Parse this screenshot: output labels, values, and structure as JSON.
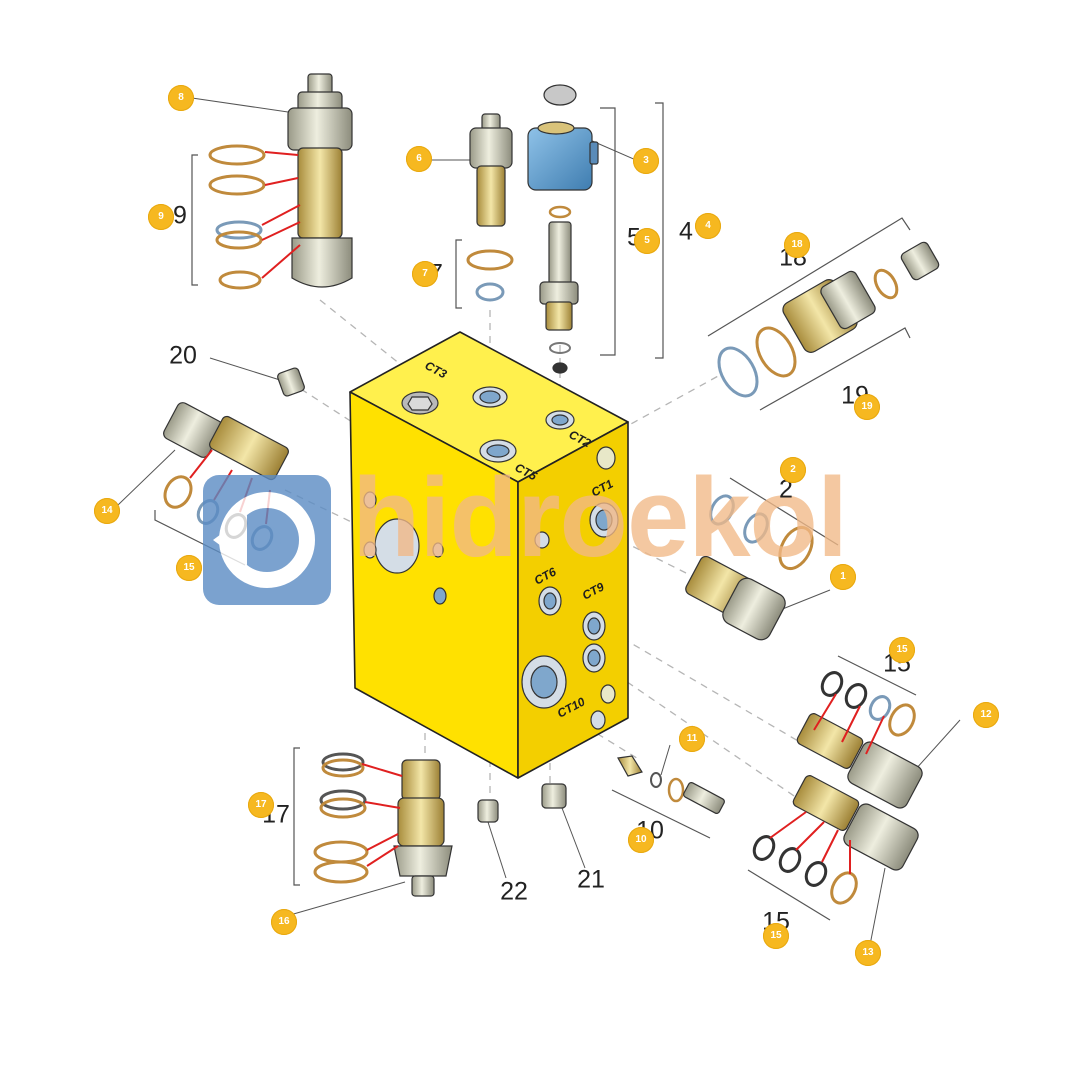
{
  "watermark": {
    "text": "hidroekol",
    "text_color": "#f2b987",
    "logo_color": "#5b8cc4"
  },
  "manifold": {
    "ports": [
      "CT3",
      "CT5",
      "CT2",
      "CT1",
      "CT6",
      "CT9",
      "CT10"
    ],
    "body_color": "#ffe100"
  },
  "plain_labels": [
    {
      "id": "20",
      "text": "20"
    },
    {
      "id": "22",
      "text": "22"
    },
    {
      "id": "21",
      "text": "21"
    },
    {
      "id": "4",
      "text": "4"
    },
    {
      "id": "5",
      "text": "5"
    },
    {
      "id": "9",
      "text": "9"
    },
    {
      "id": "7",
      "text": "7"
    },
    {
      "id": "2",
      "text": "2"
    },
    {
      "id": "15a",
      "text": "15"
    },
    {
      "id": "15b",
      "text": "15"
    },
    {
      "id": "17",
      "text": "17"
    },
    {
      "id": "10",
      "text": "10"
    },
    {
      "id": "19",
      "text": "19"
    },
    {
      "id": "18",
      "text": "18"
    }
  ],
  "callouts": [
    {
      "id": "b8",
      "text": "8"
    },
    {
      "id": "b6",
      "text": "6"
    },
    {
      "id": "b3",
      "text": "3"
    },
    {
      "id": "b4",
      "text": "4"
    },
    {
      "id": "b5",
      "text": "5"
    },
    {
      "id": "b9",
      "text": "9"
    },
    {
      "id": "b7",
      "text": "7"
    },
    {
      "id": "b18",
      "text": "18"
    },
    {
      "id": "b19",
      "text": "19"
    },
    {
      "id": "b14",
      "text": "14"
    },
    {
      "id": "b15a",
      "text": "15"
    },
    {
      "id": "b2",
      "text": "2"
    },
    {
      "id": "b1",
      "text": "1"
    },
    {
      "id": "b15b",
      "text": "15"
    },
    {
      "id": "b12",
      "text": "12"
    },
    {
      "id": "b11",
      "text": "11"
    },
    {
      "id": "b10",
      "text": "10"
    },
    {
      "id": "b17",
      "text": "17"
    },
    {
      "id": "b16",
      "text": "16"
    },
    {
      "id": "b13",
      "text": "13"
    },
    {
      "id": "b15c",
      "text": "15"
    }
  ]
}
